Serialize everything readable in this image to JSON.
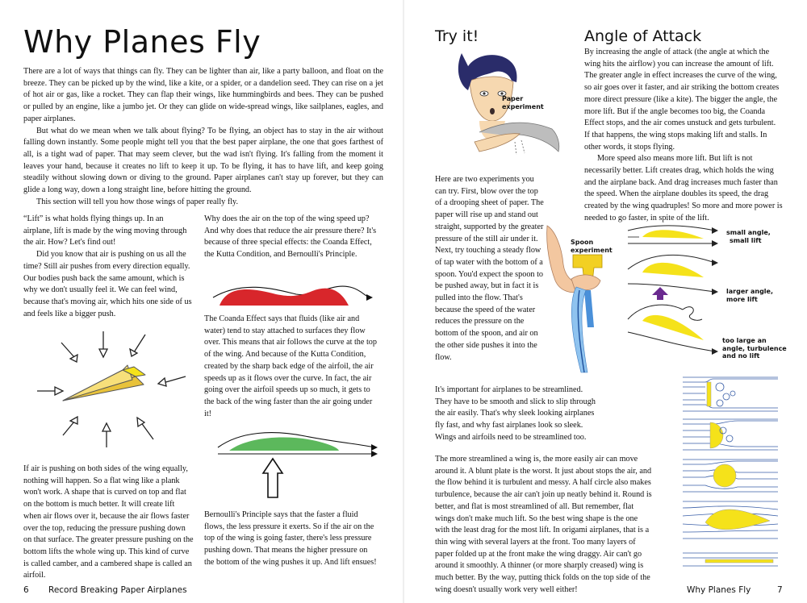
{
  "left": {
    "title": "Why Planes Fly",
    "intro": [
      "There are a lot of ways that things can fly. They can be lighter than air, like a party balloon, and float on the breeze. They can be picked up by the wind, like a kite, or a spider, or a dandelion seed. They can rise on a jet of hot air or gas, like a rocket. They can flap their wings, like hummingbirds and bees. They can be pushed or pulled by an engine, like a jumbo jet. Or they can glide on wide-spread wings, like sailplanes, eagles, and paper airplanes.",
      "But what do we mean when we talk about flying? To be flying, an object has to stay in the air without falling down instantly. Some people might tell you that the best paper airplane, the one that goes farthest of all, is a tight wad of paper. That may seem clever, but the wad isn't flying. It's falling from the moment it leaves your hand, because it creates no lift to keep it up. To be flying, it has to have lift, and keep going steadily without slowing down or diving to the ground. Paper airplanes can't stay up forever, but they can glide a long way, down a long straight line, before hitting the ground.",
      "This section will tell you how those wings of paper really fly."
    ],
    "col1_top": [
      "“Lift” is what holds flying things up. In an airplane, lift is made by the wing moving through the air. How? Let's find out!",
      "Did you know that air is pushing on us all the time? Still air pushes from every direction equally. Our bodies push back the same amount, which is why we don't usually feel it. We can feel wind, because that's moving air, which hits one side of us and feels like a bigger push."
    ],
    "col1_bottom": "If air is pushing on both sides of the wing equally, nothing will happen. So a flat wing like a plank won't work. A shape that is curved on top and flat on the bottom is much better. It will create lift when air flows over it, because the air flows faster over the top, reducing the pressure pushing down on that surface. The greater pressure pushing on the bottom lifts the whole wing up. This kind of curve is called camber, and a cambered shape is called an airfoil.",
    "col2_top": "Why does the air on the top of the wing speed up? And why does that reduce the air pressure there? It's because of three special effects: the Coanda Effect, the Kutta Condition, and Bernoulli's Principle.",
    "col2_mid": "The Coanda Effect says that fluids (like air and water) tend to stay attached to surfaces they flow over. This means that air follows the curve at the top of the wing. And because of the Kutta Condition, created by the sharp back edge of the airfoil, the air speeds up as it flows over the curve. In fact, the air going over the airfoil speeds up so much, it gets to the back of the wing faster than the air going under it!",
    "col2_bottom": "Bernoulli's Principle says that the faster a fluid flows, the less pressure it exerts. So if the air on the top of the wing is going faster, there's less pressure pushing down. That means the higher pressure on the bottom of the wing pushes it up. And lift ensues!",
    "footer_page": "6",
    "footer_title": "Record Breaking Paper Airplanes"
  },
  "right": {
    "try_heading": "Try it!",
    "label_paper": [
      "Paper",
      "experiment"
    ],
    "label_spoon": [
      "Spoon",
      "experiment"
    ],
    "try_text": "Here are two experiments you can try. First, blow over the top of a drooping sheet of paper. The paper will rise up and stand out straight, supported by the greater pressure of the still air under it. Next, try touching a steady flow of tap water with the bottom of a spoon. You'd expect the spoon to be pushed away, but in fact it is pulled into the flow. That's because the speed of the water reduces the pressure on the bottom of the spoon, and air on the other side pushes it into the flow.",
    "angle_heading": "Angle of Attack",
    "angle_text": [
      "By increasing the angle of attack (the angle at which the wing hits the airflow) you can increase the amount of lift. The greater angle in effect increases the curve of the wing, so air goes over it faster, and air striking the bottom creates more direct pressure (like a kite). The bigger the angle, the more lift. But if the angle becomes too big, the Coanda Effect stops, and the air comes unstuck and gets turbulent. If that happens, the wing stops making lift and stalls. In other words, it stops flying.",
      "More speed also means more lift. But lift is not necessarily better. Lift creates drag, which holds the wing and the airplane back. And drag increases much faster than the speed. When the airplane doubles its speed, the drag created by the wing quadruples! So more and more power is needed to go faster, in spite of the lift."
    ],
    "aoa_labels": [
      [
        "small angle,",
        "small lift"
      ],
      [
        "larger angle,",
        "more lift"
      ],
      [
        "too large an",
        "angle, turbulence",
        "and no lift"
      ]
    ],
    "stream_text": "It's important for airplanes to be streamlined. They have to be smooth and slick to slip through the air easily. That's why sleek looking airplanes fly fast, and why fast airplanes look so sleek. Wings and airfoils need to be streamlined too.",
    "stream_text2": "The more streamlined a wing is, the more easily air can move around it. A blunt plate is the worst. It just about stops the air, and the flow behind it is turbulent and messy. A half circle also makes turbulence, because the air can't join up neatly behind it. Round is better, and flat is most streamlined of all. But remember, flat wings don't make much lift. So the best wing shape is the one with the least drag for the most lift. In origami airplanes, that is a thin wing with several layers at the front. Too many layers of paper folded up at the front make the wing draggy. Air can't go around it smoothly. A thinner (or more sharply creased) wing is much better. By the way, putting thick folds on the top side of the wing doesn't usually work very well either!",
    "footer_title": "Why Planes Fly",
    "footer_page": "7"
  },
  "colors": {
    "yellow": "#f5e21a",
    "red": "#d8262b",
    "green": "#5cb85c",
    "purple": "#6a2a8f",
    "flow": "#3a5fa8"
  }
}
